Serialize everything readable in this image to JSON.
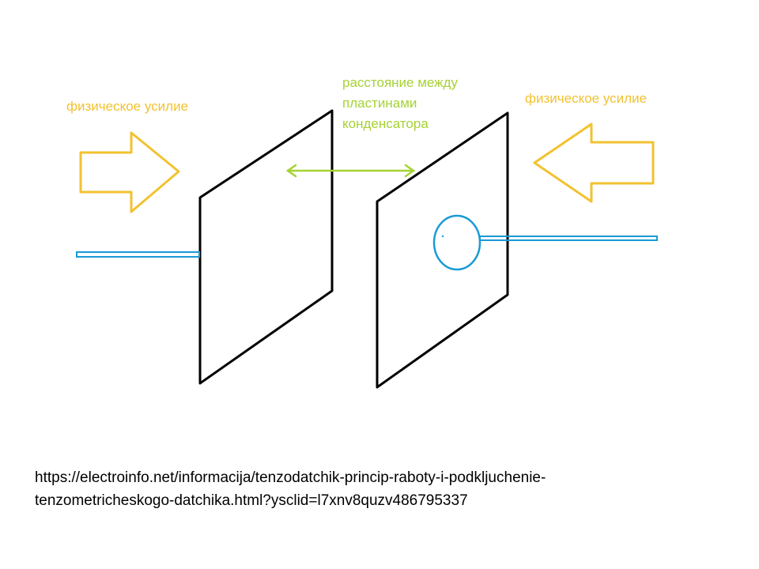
{
  "labels": {
    "force_left": "физическое усилие",
    "force_right": "физическое усилие",
    "distance": [
      "расстояние между",
      "пластинами",
      "конденсатора"
    ]
  },
  "source": [
    "https://electroinfo.net/informacija/tenzodatchik-princip-raboty-i-podkljuchenie-",
    "tenzometricheskogo-datchika.html?ysclid=l7xnv8quzv486795337"
  ],
  "colors": {
    "force": "#f2c230",
    "distance": "#a6d234",
    "wire": "#1a9ad6",
    "plate": "#000000"
  }
}
